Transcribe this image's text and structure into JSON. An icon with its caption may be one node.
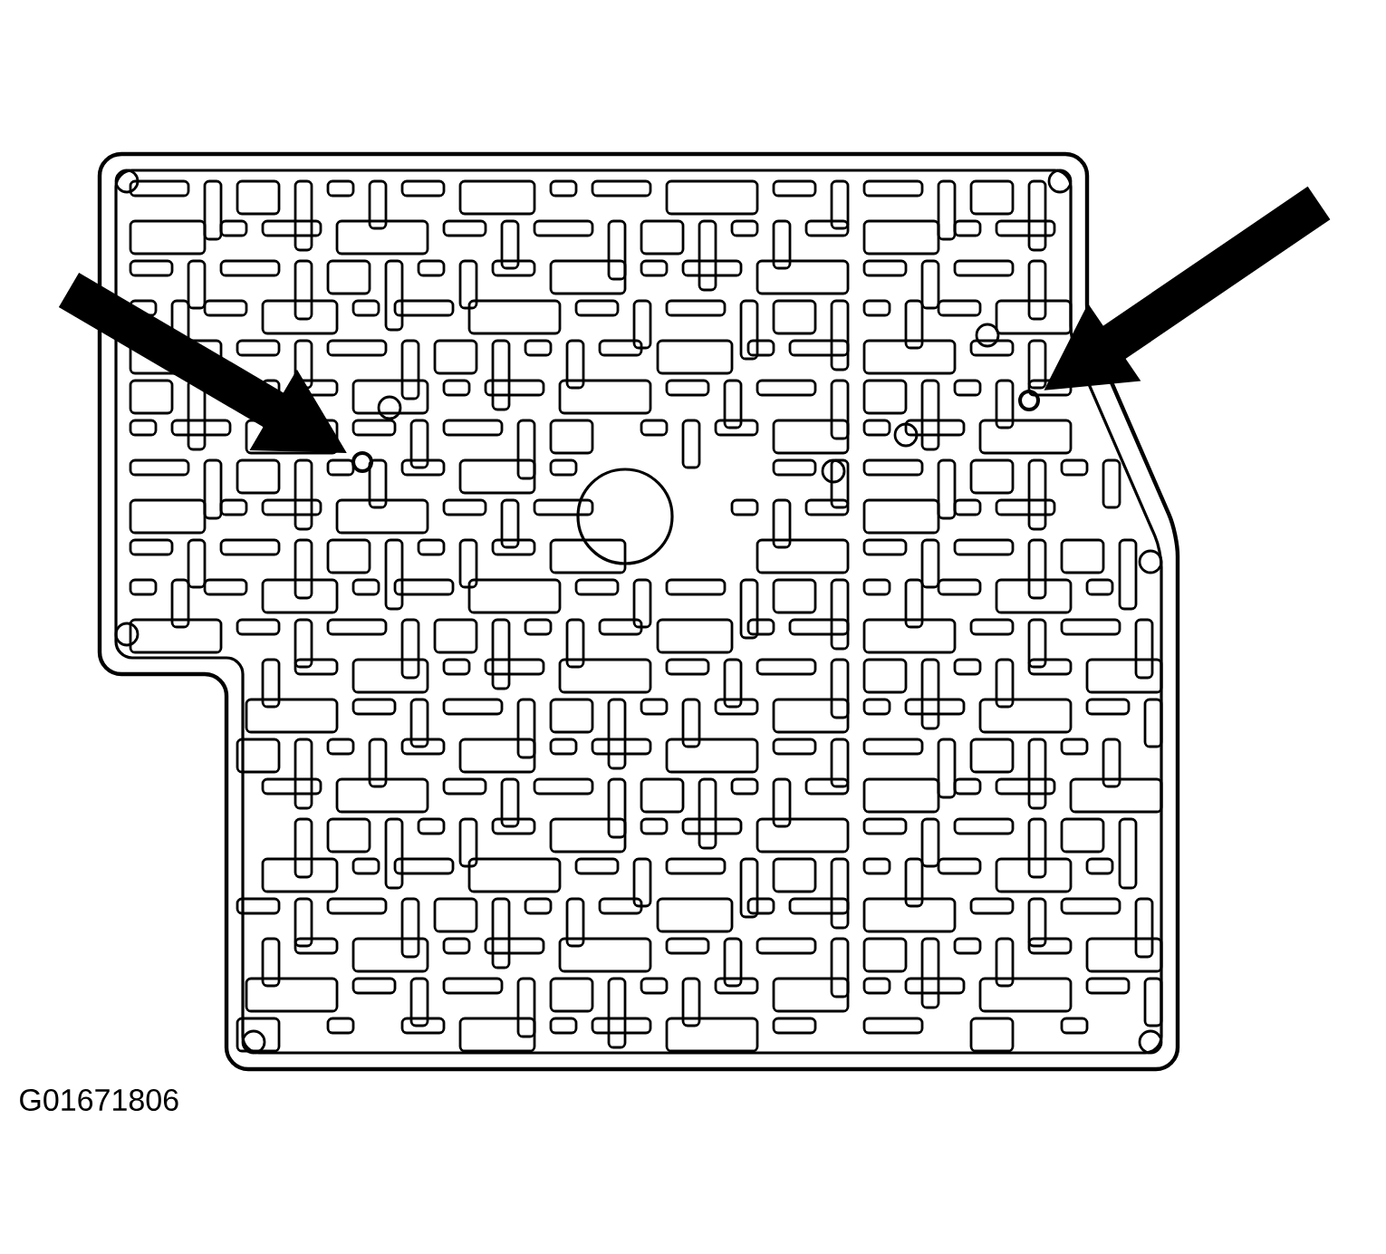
{
  "diagram": {
    "nodes": [
      {
        "text": [],
        "shape": "circle"
      },
      {
        "text": [],
        "shape": "circle"
      }
    ],
    "edges": [
      {
        "from": null,
        "to": 0,
        "arrow": "to"
      },
      {
        "from": null,
        "to": 1,
        "arrow": "to"
      }
    ],
    "labels": [
      "G01671806"
    ]
  }
}
